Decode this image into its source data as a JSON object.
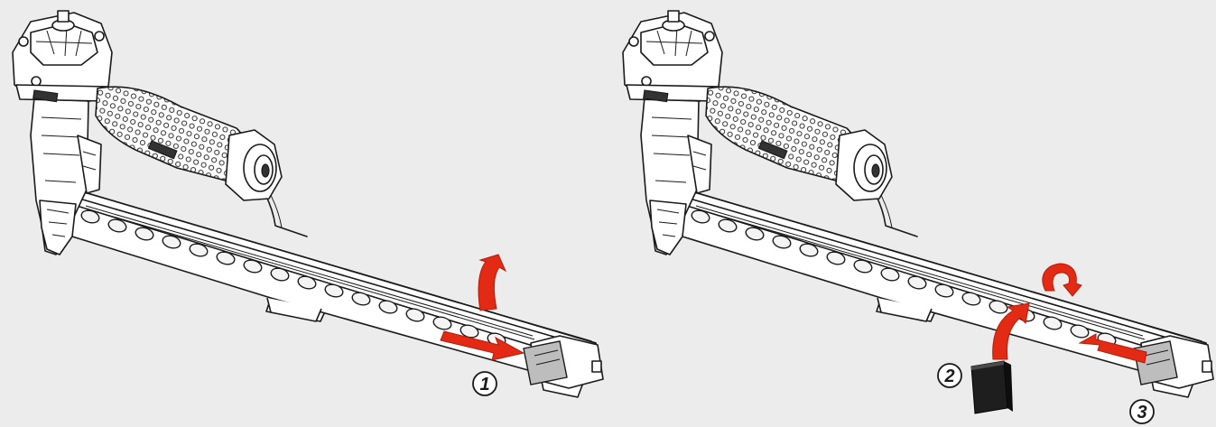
{
  "steps": [
    {
      "label": "1"
    },
    {
      "label": "2"
    },
    {
      "label": "3"
    }
  ],
  "colors": {
    "background": "#ececec",
    "arrow": "#e32a14",
    "arrow_dark": "#b51d0b",
    "outline": "#1a1a1a",
    "staple_strip": "#1e1e1e"
  },
  "icons": [
    "stapler-illustration",
    "push-arrow",
    "lift-arrow",
    "insert-arrow",
    "rotate-arrow",
    "staple-strip"
  ]
}
